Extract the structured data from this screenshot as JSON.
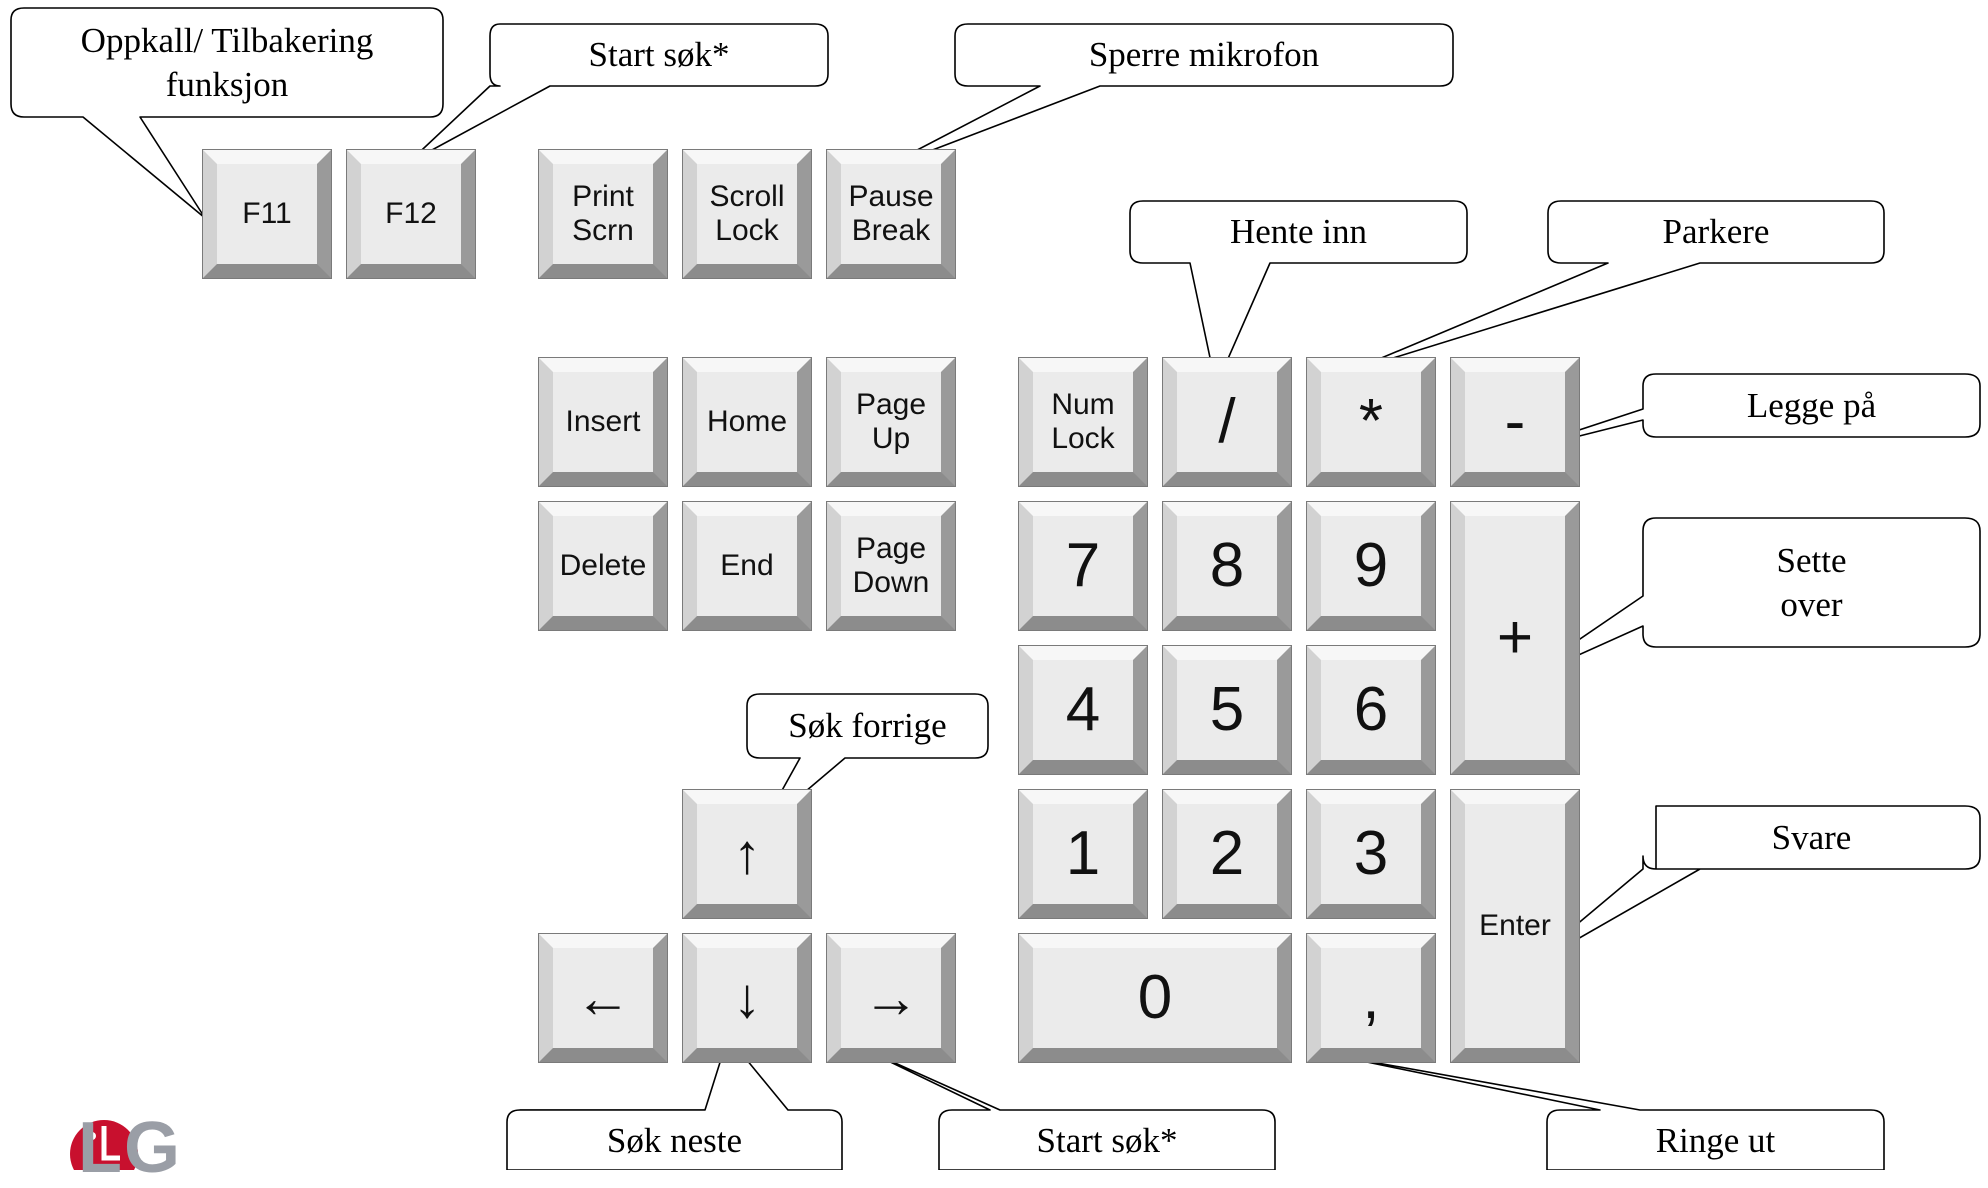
{
  "keys": {
    "f11": "F11",
    "f12": "F12",
    "print_scrn": "Print\nScrn",
    "scroll_lock": "Scroll\nLock",
    "pause_break": "Pause\nBreak",
    "insert": "Insert",
    "home": "Home",
    "page_up": "Page\nUp",
    "delete": "Delete",
    "end": "End",
    "page_down": "Page\nDown",
    "arrow_up": "↑",
    "arrow_left": "←",
    "arrow_down": "↓",
    "arrow_right": "→",
    "num_lock": "Num\nLock",
    "slash": "/",
    "asterisk": "*",
    "minus": "-",
    "n7": "7",
    "n8": "8",
    "n9": "9",
    "plus": "+",
    "n4": "4",
    "n5": "5",
    "n6": "6",
    "n1": "1",
    "n2": "2",
    "n3": "3",
    "enter": "Enter",
    "n0": "0",
    "comma": ","
  },
  "callouts": {
    "oppkall": "Oppkall/ Tilbakering\nfunksjon",
    "start_sok_top": "Start søk*",
    "sperre_mikrofon": "Sperre mikrofon",
    "hente_inn": "Hente inn",
    "parkere": "Parkere",
    "legge_pa": "Legge på",
    "sette_over": "Sette\nover",
    "svare": "Svare",
    "sok_forrige": "Søk forrige",
    "sok_neste": "Søk neste",
    "start_sok_bottom": "Start søk*",
    "ringe_ut": "Ringe ut"
  },
  "logo": {
    "text": "LG",
    "name": "lg-logo-icon",
    "color": "#c8102e"
  }
}
